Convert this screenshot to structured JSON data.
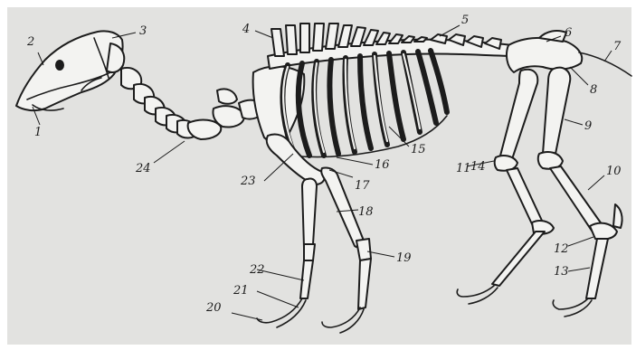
{
  "diagram": {
    "labels": {
      "l1": "1",
      "l2": "2",
      "l3": "3",
      "l4": "4",
      "l5": "5",
      "l6": "6",
      "l7": "7",
      "l8": "8",
      "l9": "9",
      "l10": "10",
      "l11": "11",
      "l12": "12",
      "l13": "13",
      "l14": "14",
      "l15": "15",
      "l16": "16",
      "l17": "17",
      "l18": "18",
      "l19": "19",
      "l20": "20",
      "l21": "21",
      "l22": "22",
      "l23": "23",
      "l24": "24"
    },
    "colors": {
      "background": "#e2e2e0",
      "ink": "#1c1c1c",
      "bone": "#f3f3f1"
    }
  }
}
